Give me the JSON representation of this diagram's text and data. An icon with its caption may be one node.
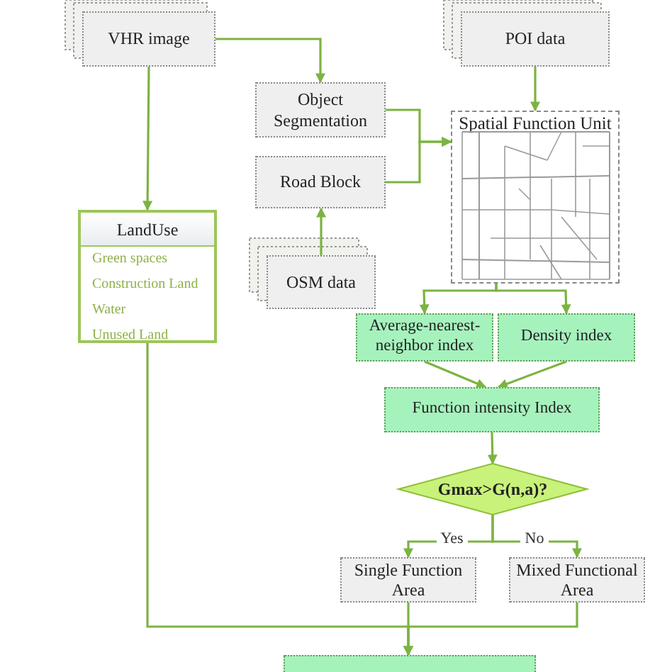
{
  "diagram": {
    "nodes": [
      {
        "text": [
          "VHR image"
        ]
      },
      {
        "text": [
          "POI data"
        ]
      },
      {
        "text": [
          "Object Segmentation"
        ]
      },
      {
        "text": [
          "Road Block"
        ]
      },
      {
        "text": [
          "Spatial Function Unit"
        ]
      },
      {
        "text": [
          "LandUse",
          "Green spaces",
          "Construction Land",
          "Water",
          "Unused Land"
        ]
      },
      {
        "text": [
          "OSM data"
        ]
      },
      {
        "text": [
          "Average-nearest-neighbor index"
        ]
      },
      {
        "text": [
          "Density index"
        ]
      },
      {
        "text": [
          "Function intensity Index"
        ]
      },
      {
        "text": [
          "Gmax>G(n,a)?"
        ]
      },
      {
        "text": [
          "Single Function Area"
        ]
      },
      {
        "text": [
          "Mixed Functional Area"
        ]
      },
      {
        "text": [],
        "shape": "box"
      }
    ],
    "edges": [
      {
        "from": 0,
        "to": 2,
        "arrow": "to"
      },
      {
        "from": 0,
        "to": 5,
        "arrow": "to"
      },
      {
        "from": 2,
        "to": 4,
        "arrow": "to"
      },
      {
        "from": 3,
        "to": 4,
        "arrow": "to"
      },
      {
        "from": 6,
        "to": 3,
        "arrow": "to"
      },
      {
        "from": 1,
        "to": 4,
        "arrow": "to"
      },
      {
        "from": 4,
        "to": 7,
        "arrow": "to"
      },
      {
        "from": 4,
        "to": 8,
        "arrow": "to"
      },
      {
        "from": 7,
        "to": 9,
        "arrow": "to"
      },
      {
        "from": 8,
        "to": 9,
        "arrow": "to"
      },
      {
        "from": 9,
        "to": 10,
        "arrow": "to"
      },
      {
        "from": 10,
        "to": 11,
        "label": "Yes",
        "arrow": "to"
      },
      {
        "from": 10,
        "to": 12,
        "label": "No",
        "arrow": "to"
      },
      {
        "from": 5,
        "to": 13,
        "arrow": "to"
      },
      {
        "from": 11,
        "to": 13,
        "arrow": "to"
      },
      {
        "from": 12,
        "to": 13,
        "arrow": "to"
      }
    ]
  }
}
